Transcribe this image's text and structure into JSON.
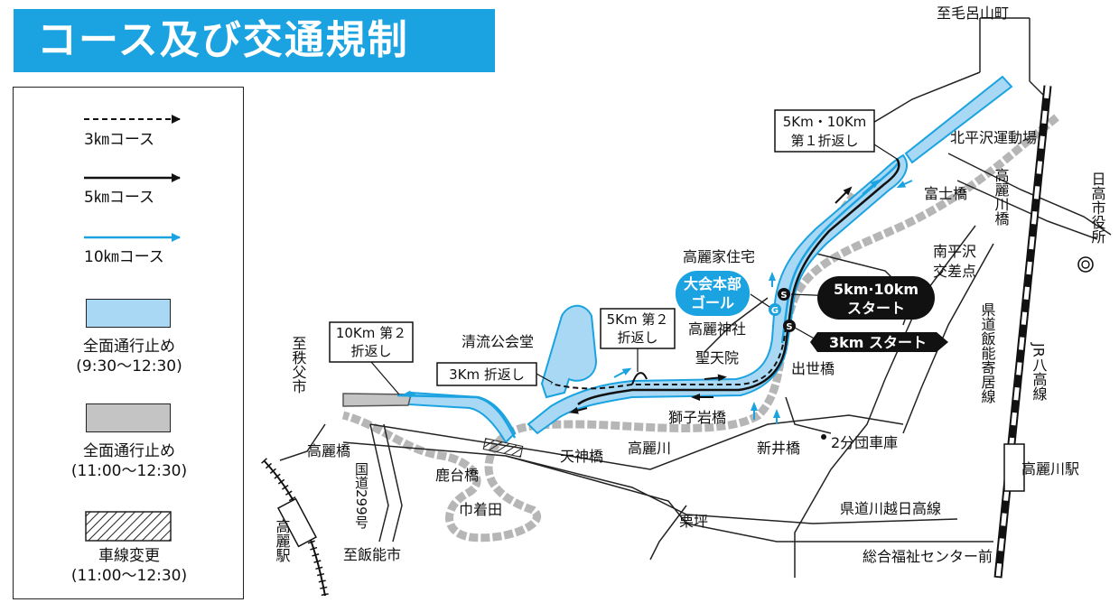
{
  "title": "コース及び交通規制",
  "legend": {
    "course_3k": "3㎞コース",
    "course_5k": "5㎞コース",
    "course_10k": "10㎞コース",
    "closed_morning": {
      "label": "全面通行止め",
      "time": "(9:30〜12:30)"
    },
    "closed_midday": {
      "label": "全面通行止め",
      "time": "(11:00〜12:30)"
    },
    "lane_change": {
      "label": "車線変更",
      "time": "(11:00〜12:30)"
    }
  },
  "callouts": {
    "turn_5k10k_first": {
      "line1": "5Km・10Km",
      "line2": "第１折返し"
    },
    "turn_10k_second": {
      "line1": "10Km 第２",
      "line2": "折返し"
    },
    "turn_5k_second": {
      "line1": "5Km 第２",
      "line2": "折返し"
    },
    "turn_3k": {
      "line1": "3Km 折返し"
    },
    "hq_goal": {
      "line1": "大会本部",
      "line2": "ゴール"
    },
    "start_5k10k": {
      "line1": "5km·10km",
      "line2": "スタート"
    },
    "start_3k": {
      "line1": "3km スタート"
    },
    "start_marker": "S",
    "goal_marker": "G"
  },
  "places": {
    "to_moroyama": "至毛呂山町",
    "kitahirasawa_field": "北平沢運動場",
    "fuji_bridge": "富士橋",
    "koma_river_bridge": "高麗川橋",
    "hidaka_city_hall": "日高市役所",
    "minamihirasawa": "南平沢",
    "minamihirasawa_2": "交差点",
    "kenndo_iino": "県道飯能寄居線",
    "jr_hachiko": "JR八高線",
    "komagawa_station": "高麗川駅",
    "komake_residence": "高麗家住宅",
    "koma_shrine": "高麗神社",
    "shotenin": "聖天院",
    "seiryu_hall": "清流公会堂",
    "shusse_bridge": "出世橋",
    "shishiiwa_bridge": "獅子岩橋",
    "koma_river": "高麗川",
    "tenjin_bridge": "天神橋",
    "arai_bridge": "新井橋",
    "fire_garage": "2分団車庫",
    "to_chichibu": "至秩父市",
    "koma_bridge": "高麗橋",
    "national_route": "国道299号",
    "shikadai_bridge": "鹿台橋",
    "kinchakuda": "巾着田",
    "kuribo": "栗坪",
    "kawagoe_route": "県道川越日高線",
    "welfare_center": "総合福祉センター前",
    "koma_station": "高麗駅",
    "to_hanno": "至飯能市"
  },
  "colors": {
    "accent": "#1aa3e0",
    "closed_fill": "#a8d8f4",
    "closed_midday_fill": "#c4c4c4",
    "river_gray": "#a9a9a9",
    "ink": "#111111"
  }
}
